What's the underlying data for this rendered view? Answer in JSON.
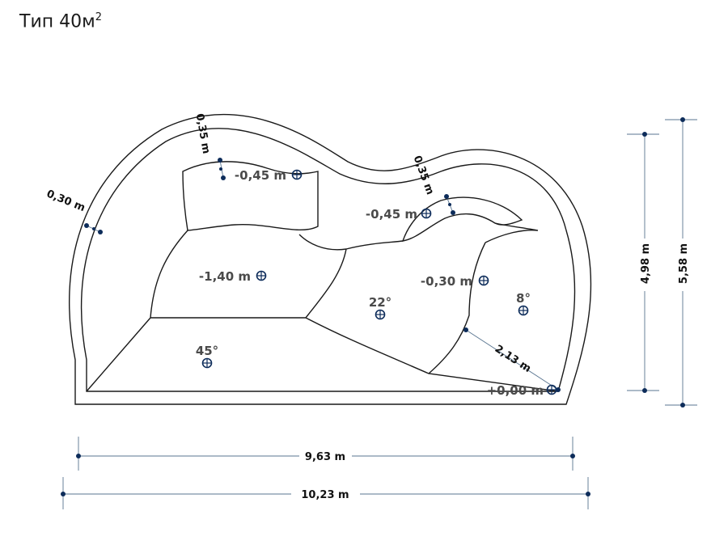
{
  "title": {
    "text": "Тип 40м",
    "sup": "2"
  },
  "levels": {
    "shelf_top": "-0,45 m",
    "shelf_right": "-0,45 m",
    "deep": "-1,40 m",
    "mid_right": "-0,30 m",
    "beach": "+0,00 m"
  },
  "slopes": {
    "left": "45°",
    "middle": "22°",
    "right": "8°"
  },
  "dimensions": {
    "inner_width": "9,63 m",
    "outer_width": "10,23 m",
    "inner_height": "4,98 m",
    "outer_height": "5,58 m",
    "wall_left": "0,30 m",
    "wall_top_left": "0,35 m",
    "wall_top_right": "0,35 m",
    "beach_length": "2,13 m"
  },
  "colors": {
    "outline": "#1a1a1a",
    "marker": "#0d2c5a",
    "dimension_line": "#5a7590",
    "label": "#4a4a4a"
  }
}
